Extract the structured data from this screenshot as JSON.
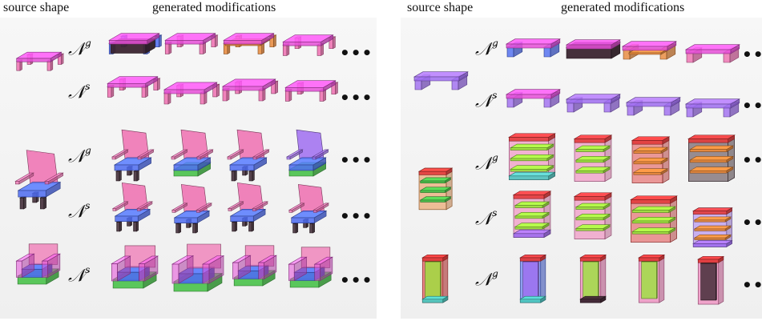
{
  "headers": {
    "left_source": "source shape",
    "left_generated": "generated modifications",
    "right_source": "source shape",
    "right_generated": "generated modifications"
  },
  "net_g": "𝒩",
  "net_g_sup": "g",
  "net_s": "𝒩",
  "net_s_sup": "s",
  "ellipsis": "•••",
  "rows": [
    {
      "side": "left",
      "category": "table",
      "network": "g"
    },
    {
      "side": "left",
      "category": "table",
      "network": "s"
    },
    {
      "side": "left",
      "category": "chair",
      "network": "g"
    },
    {
      "side": "left",
      "category": "chair",
      "network": "s"
    },
    {
      "side": "left",
      "category": "armchair",
      "network": "s"
    },
    {
      "side": "right",
      "category": "bench",
      "network": "g"
    },
    {
      "side": "right",
      "category": "bench",
      "network": "s"
    },
    {
      "side": "right",
      "category": "shelf",
      "network": "g"
    },
    {
      "side": "right",
      "category": "shelf",
      "network": "s"
    },
    {
      "side": "right",
      "category": "cabinet",
      "network": "g"
    }
  ],
  "colors": {
    "magenta": "#e64fd8",
    "pink": "#ef6fb0",
    "blue": "#4c6bf0",
    "purple": "#9f6df0",
    "green": "#49c24a",
    "lime": "#9be23c",
    "red": "#e23b3b",
    "orange": "#e8883a",
    "dark": "#3b2530",
    "teal": "#4ec8c0"
  }
}
